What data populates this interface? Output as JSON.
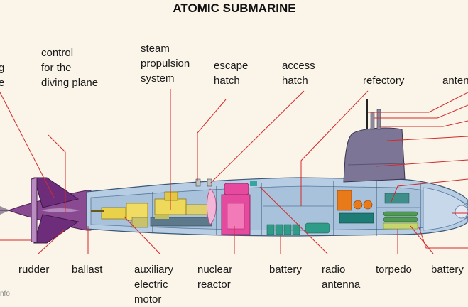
{
  "title": "ATOMIC SUBMARINE",
  "labels": {
    "diving_plane_partial": [
      "g",
      "e"
    ],
    "control_diving_plane": [
      "control",
      "for the",
      "diving plane"
    ],
    "steam_propulsion": [
      "steam",
      "propulsion",
      "system"
    ],
    "escape_hatch": [
      "escape",
      "hatch"
    ],
    "access_hatch": [
      "access",
      "hatch"
    ],
    "refectory": [
      "refectory"
    ],
    "antenna_top": [
      "anten"
    ],
    "rudder": [
      "rudder"
    ],
    "ballast": [
      "ballast"
    ],
    "aux_motor": [
      "auxiliary",
      "electric",
      "motor"
    ],
    "nuclear_reactor": [
      "nuclear",
      "reactor"
    ],
    "battery_mid": [
      "battery"
    ],
    "radio_antenna": [
      "radio",
      "antenna"
    ],
    "torpedo": [
      "torpedo"
    ],
    "battery_right": [
      "battery"
    ]
  },
  "watermark": "nfo",
  "colors": {
    "background": "#fbf4e8",
    "hull": "#b6cde4",
    "hull_dark": "#6f8fb3",
    "tail": "#7a3f85",
    "sail": "#7d7596",
    "reactor": "#e64a9e",
    "machinery": "#e9d24a",
    "battery": "#2e9c87",
    "torpedo": "#4f9b52",
    "orange_gear": "#e87a1a",
    "leader": "#d42a2a"
  }
}
